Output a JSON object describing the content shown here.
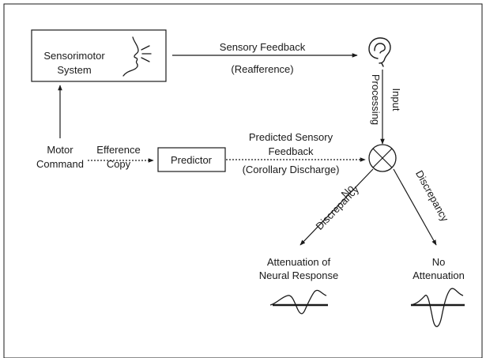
{
  "nodes": {
    "sensorimotor": {
      "line1": "Sensorimotor",
      "line2": "System"
    },
    "predictor": "Predictor",
    "motor_command": {
      "line1": "Motor",
      "line2": "Command"
    },
    "attenuation": {
      "line1": "Attenuation of",
      "line2": "Neural Response"
    },
    "no_attenuation": {
      "line1": "No",
      "line2": "Attenuation"
    }
  },
  "edges": {
    "sensory_feedback": {
      "line1": "Sensory Feedback",
      "line2": "(Reafference)"
    },
    "input_processing": {
      "line1": "Input",
      "line2": "Processing"
    },
    "efference_copy": {
      "line1": "Efference",
      "line2": "Copy"
    },
    "predicted_feedback": {
      "line1": "Predicted Sensory",
      "line2": "Feedback",
      "line3": "(Corollary Discharge)"
    },
    "no_discrepancy": {
      "line1": "No",
      "line2": "Discrepancy"
    },
    "discrepancy": "Discrepancy"
  },
  "icons": {
    "speaker": "speaking-face-icon",
    "ear": "ear-icon",
    "comparator": "comparator-circle-x-icon",
    "attenuated_wave": "attenuated-waveform-icon",
    "full_wave": "full-waveform-icon"
  },
  "colors": {
    "line": "#1a1a1a",
    "background": "#ffffff"
  }
}
